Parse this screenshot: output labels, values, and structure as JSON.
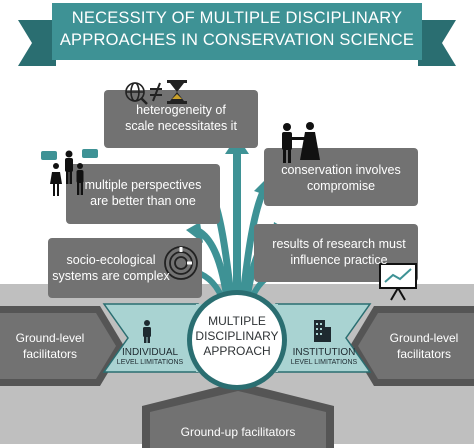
{
  "banner": {
    "line1": "NECESSITY OF MULTIPLE DISCIPLINARY",
    "line2": "APPROACHES IN CONSERVATION SCIENCE"
  },
  "reasons": {
    "heterogeneity": [
      "heterogeneity of",
      "scale necessitates it"
    ],
    "perspectives": [
      "multiple perspectives",
      "are better than one"
    ],
    "socio_ecological": [
      "socio-ecological",
      "systems are complex"
    ],
    "compromise": [
      "conservation involves",
      "compromise"
    ],
    "practice": [
      "results of research must",
      "influence practice"
    ]
  },
  "center": [
    "MULTIPLE",
    "DISCIPLINARY",
    "APPROACH"
  ],
  "limitations": {
    "individual": {
      "title": "INDIVIDUAL",
      "sub": "LEVEL LIMITATIONS"
    },
    "institution": {
      "title": "INSTITUTION",
      "sub": "LEVEL LIMITATIONS"
    }
  },
  "facilitators": {
    "left": [
      "Ground-level",
      "facilitators"
    ],
    "right": [
      "Ground-level",
      "facilitators"
    ],
    "bottom": "Ground-up facilitators"
  },
  "colors": {
    "teal": "#3e9295",
    "teal_dark": "#2a6e71",
    "light_teal": "#a9d3d2",
    "gray_box": "#727272",
    "gray_dark": "#555555",
    "panel": "#bfbfbf"
  },
  "icons": [
    "globe-icon",
    "not-equal-icon",
    "hourglass-icon",
    "people-speech-icon",
    "handshake-icon",
    "maze-icon",
    "presentation-chart-icon",
    "person-icon",
    "building-icon"
  ]
}
